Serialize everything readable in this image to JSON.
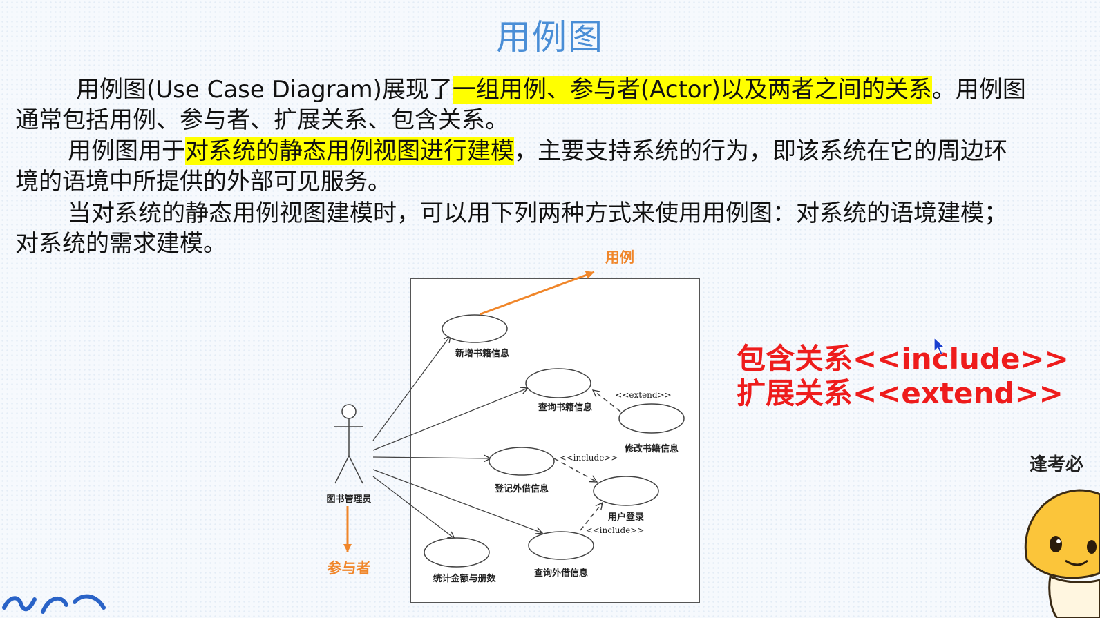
{
  "title": "用例图",
  "paragraphs": [
    {
      "line1": [
        {
          "text": "用例图(Use Case Diagram)展现了",
          "highlight": false
        },
        {
          "text": "一组用例、参与者(Actor)以及两者之间的关系",
          "highlight": true
        },
        {
          "text": "。用例图",
          "highlight": false
        }
      ],
      "line2": "通常包括用例、参与者、扩展关系、包含关系。"
    },
    {
      "line1": [
        {
          "text": "用例图用于",
          "highlight": false
        },
        {
          "text": "对系统的静态用例视图进行建模",
          "highlight": true
        },
        {
          "text": "，主要支持系统的行为，即该系统在它的周边环",
          "highlight": false
        }
      ],
      "line2": "境的语境中所提供的外部可见服务。"
    },
    {
      "line1": [
        {
          "text": "当对系统的静态用例视图建模时，可以用下列两种方式来使用用例图：对系统的语境建模；",
          "highlight": false
        }
      ],
      "line2": "对系统的需求建模。"
    }
  ],
  "diagram": {
    "actor_label": "图书管理员",
    "use_cases": [
      "新增书籍信息",
      "查询书籍信息",
      "修改书籍信息",
      "登记外借信息",
      "用户登录",
      "查询外借信息",
      "统计金额与册数"
    ],
    "stereotypes": {
      "extend": "<<extend>>",
      "include_1": "<<include>>",
      "include_2": "<<include>>"
    },
    "annotation_use_case": "用例",
    "annotation_actor": "参与者"
  },
  "relations": {
    "include": "包含关系<<include>>",
    "extend": "扩展关系<<extend>>"
  },
  "watermark": "逢考必",
  "colors": {
    "title": "#4a8ed6",
    "highlight": "#ffff00",
    "annotation": "#f0862a",
    "relation_text": "#ee1c1c"
  }
}
